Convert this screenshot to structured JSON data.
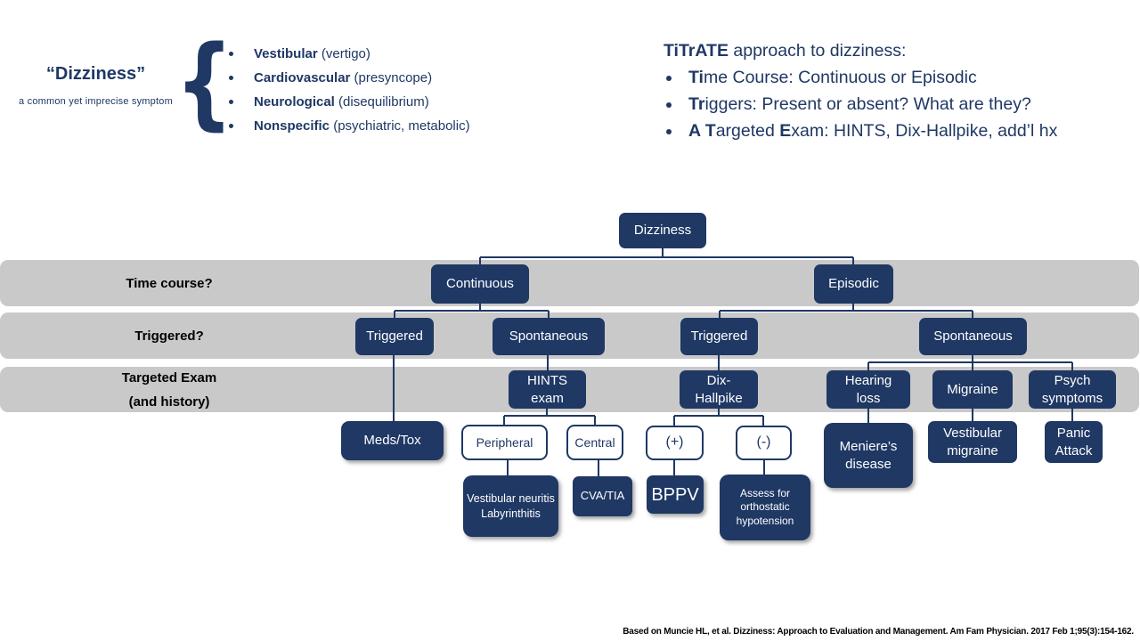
{
  "header": {
    "term": {
      "title": "“Dizziness”",
      "subtitle": "a common yet imprecise symptom",
      "bullets": [
        {
          "term": "Vestibular",
          "rest": " (vertigo)"
        },
        {
          "term": "Cardiovascular",
          "rest": " (presyncope)"
        },
        {
          "term": "Neurological",
          "rest": " (disequilibrium)"
        },
        {
          "term": "Nonspecific",
          "rest": " (psychiatric, metabolic)"
        }
      ]
    },
    "titrate": {
      "title_bold": "TiTrATE",
      "title_rest": " approach to dizziness:",
      "bullets": [
        {
          "b1": "Ti",
          "r1": "me Course: Continuous or Episodic",
          "b2": "",
          "r2": ""
        },
        {
          "b1": "Tr",
          "r1": "iggers: Present or absent? What are they?",
          "b2": "",
          "r2": ""
        },
        {
          "b1": "A T",
          "r1": "argeted ",
          "b2": "E",
          "r2": "xam: HINTS, Dix-Hallpike, add’l hx"
        }
      ]
    }
  },
  "bands": {
    "time_course": "Time course?",
    "triggered": "Triggered?",
    "targeted_exam": "Targeted Exam\n(and history)"
  },
  "tree": {
    "dizziness": "Dizziness",
    "continuous": "Continuous",
    "episodic": "Episodic",
    "triggered_c": "Triggered",
    "spontaneous_c": "Spontaneous",
    "triggered_e": "Triggered",
    "spontaneous_e": "Spontaneous",
    "hints": "HINTS\nexam",
    "dix": "Dix-\nHallpike",
    "hearing": "Hearing\nloss",
    "migraine": "Migraine",
    "psych": "Psych\nsymptoms",
    "medstox": "Meds/Tox",
    "peripheral": "Peripheral",
    "central": "Central",
    "plus": "(+)",
    "minus": "(-)",
    "menieres": "Meniere’s\ndisease",
    "vest_migraine": "Vestibular\nmigraine",
    "panic": "Panic\nAttack",
    "vest_neuritis": "Vestibular neuritis\nLabyrinthitis",
    "cva_tia": "CVA/TIA",
    "bppv": "BPPV",
    "assess": "Assess for\northostatic\nhypotension"
  },
  "footer": {
    "citation": "Based on Muncie HL, et al. Dizziness: Approach to Evaluation and Management. Am Fam Physician. 2017 Feb 1;95(3):154-162."
  },
  "colors": {
    "navy": "#1F3864",
    "band_gray": "#C9C9C9",
    "ink": "#000000"
  }
}
